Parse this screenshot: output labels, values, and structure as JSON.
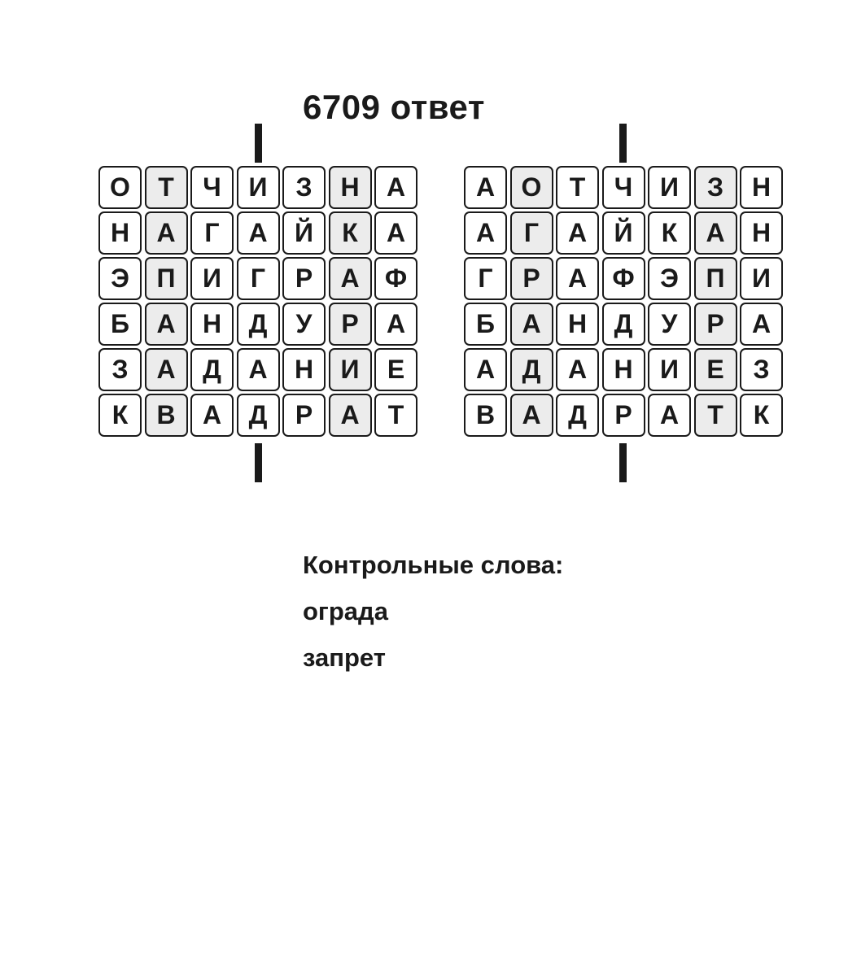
{
  "title": "6709 ответ",
  "left_grid": {
    "rows": [
      "ОТЧИЗНА",
      "НАГАЙКА",
      "ЭПИГРАФ",
      "БАНДУРА",
      "ЗАДАНИЕ",
      "КВАДРАТ"
    ],
    "shaded_columns": [
      1,
      5
    ]
  },
  "right_grid": {
    "rows": [
      "АОТЧИЗН",
      "АГАЙКАН",
      "ГРАФЭПИ",
      "БАНДУРА",
      "АДАНИЕЗ",
      "ВАДРАТК"
    ],
    "shaded_columns": [
      1,
      5
    ]
  },
  "control_words": {
    "heading": "Контрольные слова:",
    "items": [
      "ограда",
      "запрет"
    ]
  }
}
